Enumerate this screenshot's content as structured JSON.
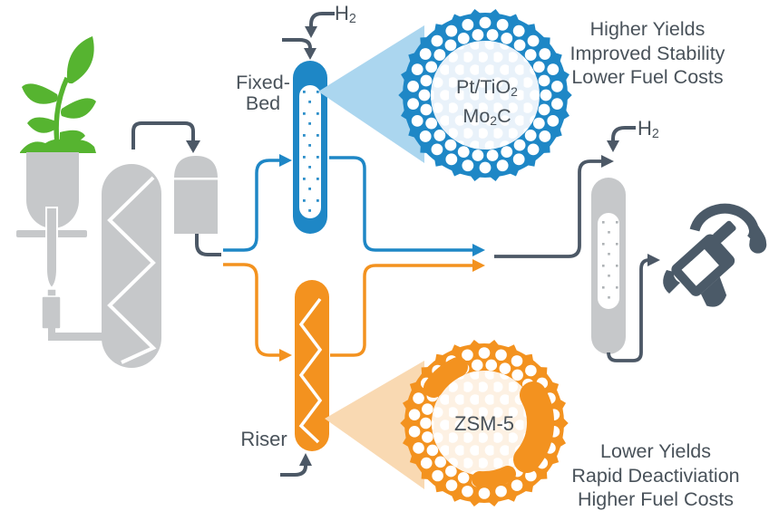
{
  "colors": {
    "blue": "#1e87c6",
    "orange": "#f3921f",
    "slate": "#4c5866",
    "vessel_gray": "#c6c8ca",
    "plant_green": "#56b430",
    "cone_light_blue": "#abd6ef",
    "cone_light_orange": "#f9d9b2",
    "circle_pale_blue": "#e9f2fa",
    "circle_pale_orange": "#fdf1e3"
  },
  "process": {
    "fixed_bed_label": [
      "Fixed-",
      "Bed"
    ],
    "riser_label": "Riser",
    "h2": {
      "symbol": "H",
      "subscript": "2"
    }
  },
  "callouts": {
    "fixed_bed": {
      "catalyst_line1": {
        "main": "Pt/TiO",
        "sub": "2"
      },
      "catalyst_line2": {
        "pre": "Mo",
        "sub": "2",
        "post": "C"
      },
      "outcomes": [
        "Higher Yields",
        "Improved Stability",
        "Lower Fuel Costs"
      ]
    },
    "riser": {
      "catalyst": "ZSM-5",
      "outcomes": [
        "Lower Yields",
        "Rapid Deactiviation",
        "Higher Fuel Costs"
      ]
    }
  }
}
